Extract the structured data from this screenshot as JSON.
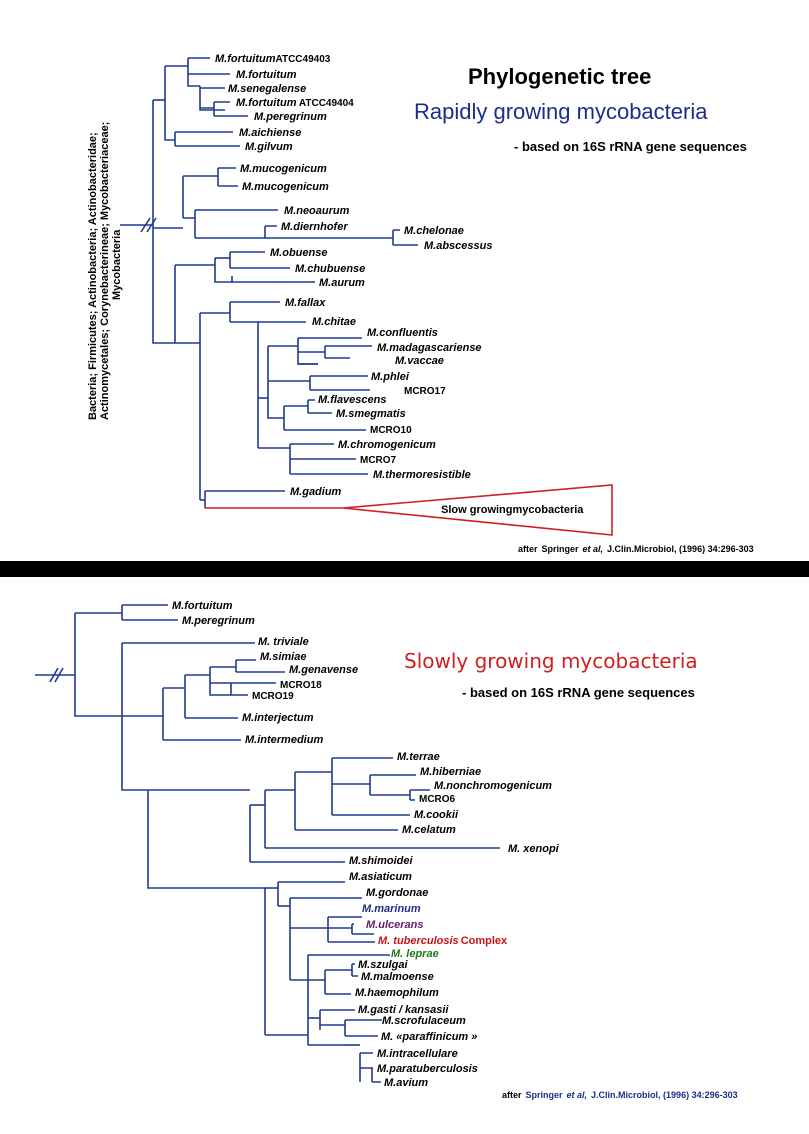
{
  "top": {
    "title": "Phylogenetic tree",
    "subtitle": "Rapidly growing mycobacteria",
    "note": "- based on 16S rRNA gene sequences",
    "taxonomy_line1": "Bacteria; Firmicutes; Actinobacteria; Actinobacteridae;",
    "taxonomy_line2": "Actinomycetales; Corynebacterineae; Mycobacteriaceae;",
    "taxonomy_line3": "Mycobacteria",
    "slow_group": "Slow growingmycobacteria",
    "cit_after": "after",
    "cit_author": "Springer",
    "cit_etal": "et al,",
    "cit_ref": "J.Clin.Microbiol, (1996) 34:296-303",
    "taxa": [
      {
        "name": "M.fortuitum",
        "suffix": "ATCC49403"
      },
      {
        "name": "M.fortuitum",
        "suffix": ""
      },
      {
        "name": "M.senegalense",
        "suffix": ""
      },
      {
        "name": "M.fortuitum",
        "suffix": " ATCC49404"
      },
      {
        "name": "M.peregrinum",
        "suffix": ""
      },
      {
        "name": "M.aichiense",
        "suffix": ""
      },
      {
        "name": "M.gilvum",
        "suffix": ""
      },
      {
        "name": "M.mucogenicum",
        "suffix": ""
      },
      {
        "name": "M.mucogenicum",
        "suffix": ""
      },
      {
        "name": "M.neoaurum",
        "suffix": ""
      },
      {
        "name": "M.diernhofer",
        "suffix": ""
      },
      {
        "name": "M.chelonae",
        "suffix": ""
      },
      {
        "name": "M.abscessus",
        "suffix": ""
      },
      {
        "name": "M.obuense",
        "suffix": ""
      },
      {
        "name": "M.chubuense",
        "suffix": ""
      },
      {
        "name": "M.aurum",
        "suffix": ""
      },
      {
        "name": "M.fallax",
        "suffix": ""
      },
      {
        "name": "M.chitae",
        "suffix": ""
      },
      {
        "name": "M.confluentis",
        "suffix": ""
      },
      {
        "name": "M.madagascariense",
        "suffix": ""
      },
      {
        "name": "M.vaccae",
        "suffix": ""
      },
      {
        "name": "M.phlei",
        "suffix": ""
      },
      {
        "name": "",
        "suffix": "MCRO17"
      },
      {
        "name": "M.flavescens",
        "suffix": ""
      },
      {
        "name": "M.smegmatis",
        "suffix": ""
      },
      {
        "name": "",
        "suffix": "MCRO10"
      },
      {
        "name": "M.chromogenicum",
        "suffix": ""
      },
      {
        "name": "",
        "suffix": "MCRO7"
      },
      {
        "name": "M.thermoresistible",
        "suffix": ""
      },
      {
        "name": "M.gadium",
        "suffix": ""
      }
    ]
  },
  "bottom": {
    "subtitle": "Slowly growing mycobacteria",
    "note": "- based on 16S rRNA gene sequences",
    "cit_after": "after",
    "cit_author": "Springer",
    "cit_etal": "et al,",
    "cit_ref": "J.Clin.Microbiol, (1996) 34:296-303",
    "complex_suffix": "Complex",
    "colors": {
      "marinum": "#1b2f8a",
      "ulcerans": "#6a1a6a",
      "tuberculosis": "#c81414",
      "leprae": "#1a7a1a"
    },
    "taxa": [
      {
        "name": "M.fortuitum",
        "suffix": ""
      },
      {
        "name": "M.peregrinum",
        "suffix": ""
      },
      {
        "name": "M. triviale",
        "suffix": ""
      },
      {
        "name": "M.simiae",
        "suffix": ""
      },
      {
        "name": "M.genavense",
        "suffix": ""
      },
      {
        "name": "",
        "suffix": "MCRO18"
      },
      {
        "name": "",
        "suffix": "MCRO19"
      },
      {
        "name": "M.interjectum",
        "suffix": ""
      },
      {
        "name": "M.intermedium",
        "suffix": ""
      },
      {
        "name": "M.terrae",
        "suffix": ""
      },
      {
        "name": "M.hiberniae",
        "suffix": ""
      },
      {
        "name": "M.nonchromogenicum",
        "suffix": ""
      },
      {
        "name": "",
        "suffix": "MCRO6"
      },
      {
        "name": "M.cookii",
        "suffix": ""
      },
      {
        "name": "M.celatum",
        "suffix": ""
      },
      {
        "name": "M. xenopi",
        "suffix": ""
      },
      {
        "name": "M.shimoidei",
        "suffix": ""
      },
      {
        "name": "M.asiaticum",
        "suffix": ""
      },
      {
        "name": "M.gordonae",
        "suffix": ""
      },
      {
        "name": "M.marinum",
        "suffix": ""
      },
      {
        "name": "M.ulcerans",
        "suffix": ""
      },
      {
        "name": "M. tuberculosis",
        "suffix": ""
      },
      {
        "name": "M. leprae",
        "suffix": ""
      },
      {
        "name": "M.szulgai",
        "suffix": ""
      },
      {
        "name": "M.malmoense",
        "suffix": ""
      },
      {
        "name": "M.haemophilum",
        "suffix": ""
      },
      {
        "name": "M.gasti / kansasii",
        "suffix": ""
      },
      {
        "name": "M.scrofulaceum",
        "suffix": ""
      },
      {
        "name": "M. «paraffinicum »",
        "suffix": ""
      },
      {
        "name": "M.intracellulare",
        "suffix": ""
      },
      {
        "name": "M.paratuberculosis",
        "suffix": ""
      },
      {
        "name": "M.avium",
        "suffix": ""
      }
    ]
  }
}
